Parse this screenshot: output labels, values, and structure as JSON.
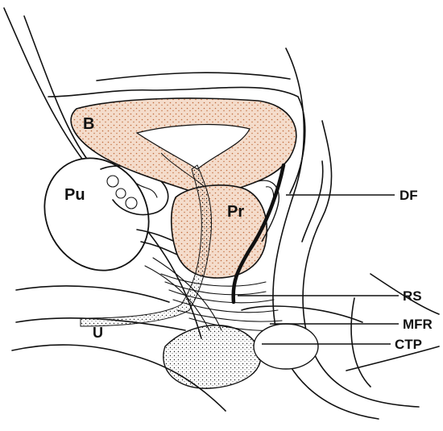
{
  "figure": {
    "organ_labels": {
      "bladder": "B",
      "pubis": "Pu",
      "prostate": "Pr",
      "urethra": "U"
    },
    "callouts": {
      "denonvilliers_fascia": "DF",
      "rectourethral_septum": "RS",
      "muscle_fibers": "MFR",
      "central_tendon": "CTP"
    }
  },
  "colors": {
    "ink": "#111111",
    "organ_fill": "#d9a07a",
    "organ_stipple": "#c06a3a",
    "background": "#ffffff"
  }
}
